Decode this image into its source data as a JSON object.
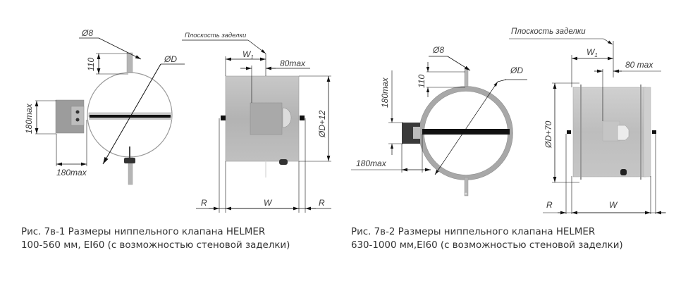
{
  "figure1": {
    "front_view": {
      "pin_diameter": "Ø8",
      "pin_height": "110",
      "diameter": "ØD",
      "actuator_height": "180max",
      "actuator_width": "180max"
    },
    "side_view": {
      "mounting_plane": "Плоскость заделки",
      "w1": "W",
      "w1_sub": "1",
      "offset_max": "80max",
      "outer_diameter": "ØD+12",
      "r_left": "R",
      "width": "W",
      "r_right": "R"
    },
    "caption_line1": "Рис. 7в-1 Размеры ниппельного клапана HELMER",
    "caption_line2": "100-560 мм, EI60 (с возможностью стеновой заделки)"
  },
  "figure2": {
    "front_view": {
      "pin_diameter": "Ø8",
      "pin_height": "110",
      "diameter": "ØD",
      "actuator_height": "180max",
      "actuator_width": "180max"
    },
    "side_view": {
      "mounting_plane": "Плоскость заделки",
      "w1": "W",
      "w1_sub": "1",
      "offset_max": "80 max",
      "outer_diameter": "ØD+70",
      "r_left": "R",
      "width": "W"
    },
    "caption_line1": "Рис. 7в-2 Размеры ниппельного клапана HELMER",
    "caption_line2": "630-1000 мм,EI60 (с возможностью стеновой заделки)"
  },
  "colors": {
    "body_gray": "#b9b9b9",
    "ring_gray": "#a8a8a8",
    "dim_line": "#1a1a1a",
    "blade": "#111111",
    "text": "#333333"
  }
}
